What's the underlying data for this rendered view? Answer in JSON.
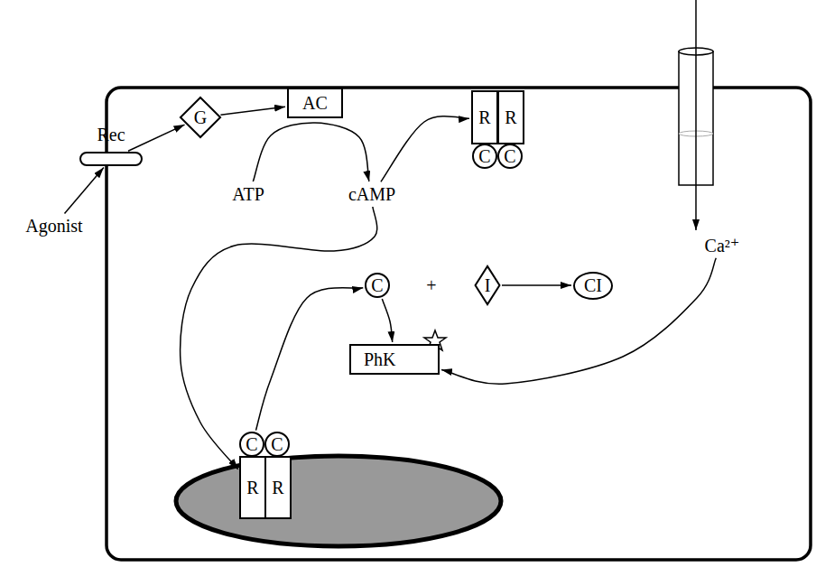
{
  "diagram": {
    "nodes": [
      {
        "text": [
          "Rec"
        ]
      },
      {
        "text": [
          "Agonist"
        ]
      },
      {
        "text": [
          "G"
        ]
      },
      {
        "text": [
          "AC"
        ]
      },
      {
        "text": [
          "ATP"
        ]
      },
      {
        "text": [
          "cAMP"
        ]
      },
      {
        "text": [
          "R"
        ]
      },
      {
        "text": [
          "R"
        ]
      },
      {
        "text": [
          "C"
        ]
      },
      {
        "text": [
          "C"
        ]
      },
      {
        "text": [
          "Ca²⁺"
        ]
      },
      {
        "text": [
          "C"
        ]
      },
      {
        "text": [
          "I"
        ]
      },
      {
        "text": [
          "CI"
        ]
      },
      {
        "text": [
          "C"
        ]
      },
      {
        "text": [
          "C"
        ]
      },
      {
        "text": [
          "R"
        ]
      },
      {
        "text": [
          "R"
        ]
      },
      {
        "text": [
          "PhK"
        ]
      }
    ],
    "edges": [
      {
        "from": 1,
        "to": 0,
        "arrow": "to"
      },
      {
        "from": 0,
        "to": 2,
        "arrow": "to"
      },
      {
        "from": 2,
        "to": 3,
        "arrow": "to"
      },
      {
        "from": 4,
        "to": 5,
        "arrow": "to"
      },
      {
        "from": 5,
        "to": 6,
        "arrow": "to"
      },
      {
        "from": 5,
        "to": 16,
        "arrow": "to"
      },
      {
        "from": 14,
        "to": 11,
        "arrow": "to"
      },
      {
        "from": 12,
        "to": 13,
        "arrow": "to"
      },
      {
        "from": 11,
        "to": 18,
        "arrow": "to"
      },
      {
        "from": 10,
        "to": 18,
        "arrow": "to"
      }
    ],
    "labels": [
      "+"
    ]
  }
}
